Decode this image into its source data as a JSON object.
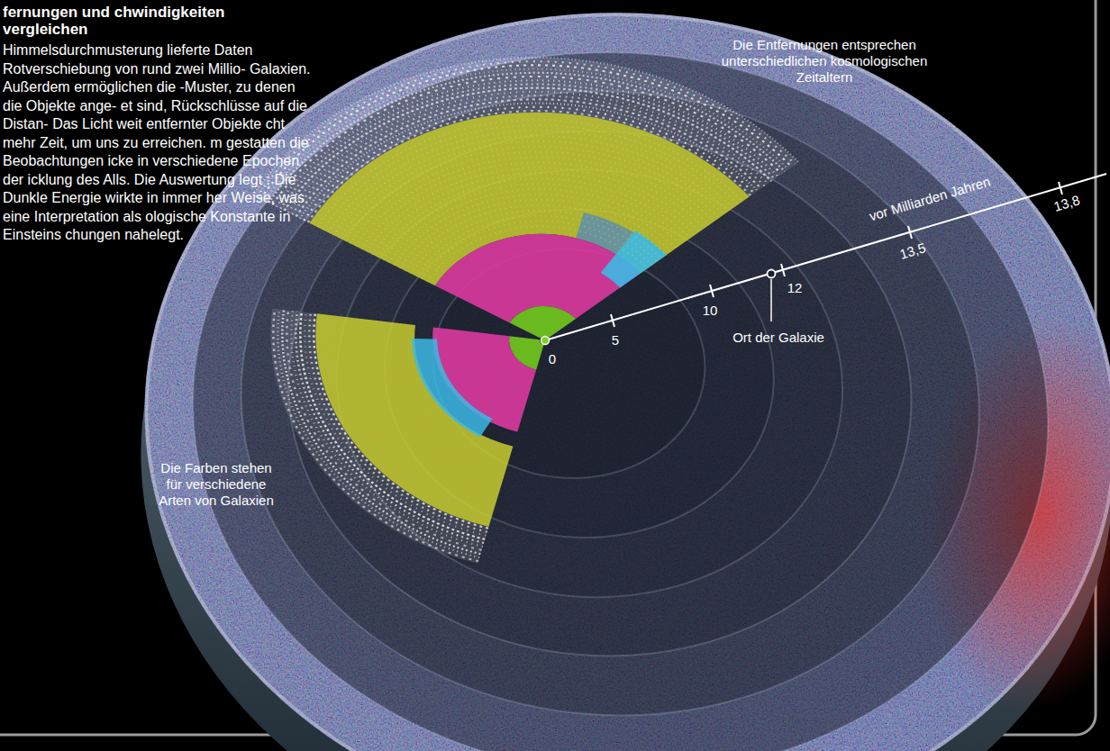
{
  "diagram": {
    "title": "fernungen und chwindigkeiten vergleichen",
    "caption": "Himmelsdurchmusterung lieferte Daten Rotverschiebung von rund zwei Millio- Galaxien. Außerdem ermöglichen die -Muster, zu denen die Objekte ange- et sind, Rückschlüsse auf die Distan- Das Licht weit entfernter Objekte cht mehr Zeit, um uns zu erreichen. m gestatten die Beobachtungen icke in verschiedene Epochen der icklung des Alls. Die Auswertung legt : Die Dunkle Energie wirkte in immer her Weise, was eine Interpretation als ologische Konstante in Einsteins chungen nahelegt.",
    "labels": [
      "Die Entfernungen entsprechen unterschiedlichen kosmologischen Zeitaltern",
      "vor Milliarden Jahren",
      "13,8",
      "13,5",
      "12",
      "10",
      "5",
      "0",
      "Ort der Galaxie",
      "Die Farben stehen für verschiedene Arten von Galaxien"
    ]
  }
}
